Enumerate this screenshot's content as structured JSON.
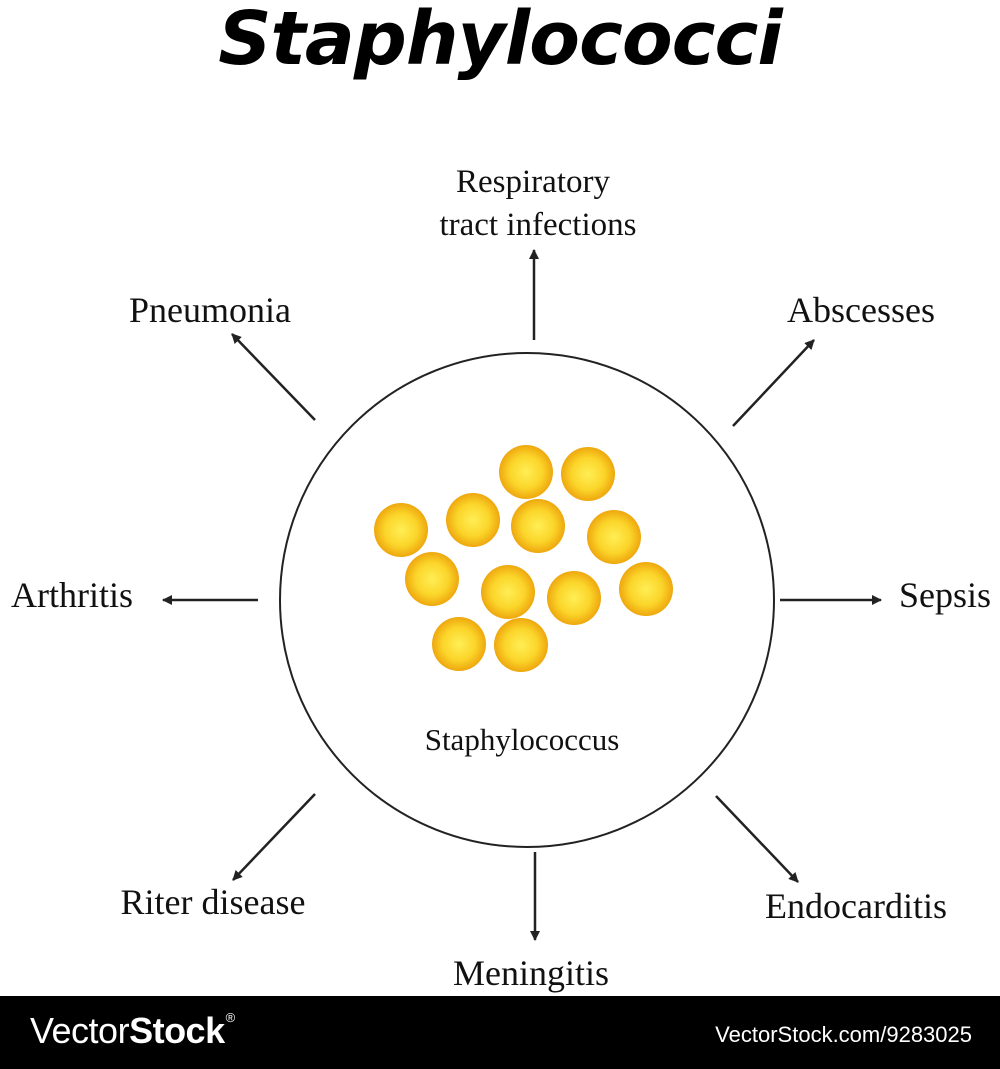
{
  "title": "Staphylococci",
  "center_label": "Staphylococcus",
  "outcomes": {
    "respiratory_line1": "Respiratory",
    "respiratory_line2": "tract infections",
    "abscesses": "Abscesses",
    "sepsis": "Sepsis",
    "endocarditis": "Endocarditis",
    "meningitis": "Meningitis",
    "riter_disease": "Riter disease",
    "arthritis": "Arthritis",
    "pneumonia": "Pneumonia"
  },
  "colors": {
    "cell_center": "#ffee55",
    "cell_mid": "#fbd52a",
    "cell_edge": "#eea70e",
    "arrow": "#222222"
  },
  "footer": {
    "brand_regular": "Vector",
    "brand_bold": "Stock",
    "brand_mark": "®",
    "image_id": "VectorStock.com/9283025"
  }
}
